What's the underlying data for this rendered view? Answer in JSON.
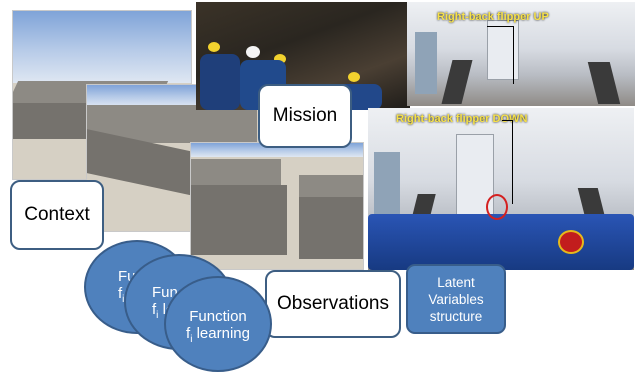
{
  "labels": {
    "context": "Context",
    "mission": "Mission",
    "observations": "Observations",
    "latent": [
      "Latent",
      "Variables",
      "structure"
    ]
  },
  "functions": [
    {
      "prefix": "Func",
      "line2_base": "f",
      "line2_sub": "i",
      "line2_rest": ""
    },
    {
      "prefix": "Fun",
      "line2_base": "f",
      "line2_sub": "i",
      "line2_rest": " le"
    },
    {
      "prefix": "Function",
      "line2_base": "f",
      "line2_sub": "i",
      "line2_rest": " learning"
    }
  ],
  "photo_annotations": {
    "up": "Right-back flipper UP",
    "down": "Right-back flipper DOWN"
  },
  "colors": {
    "node_fill": "#4f81bd",
    "node_border": "#385d8a",
    "box_border": "#3d5e82",
    "flipper_label": "#f6e14a"
  }
}
